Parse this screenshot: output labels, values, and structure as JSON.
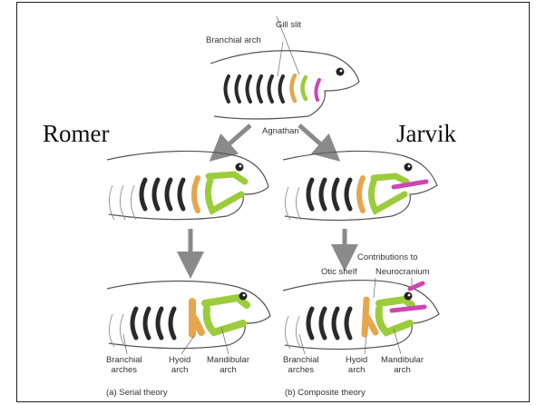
{
  "titles": {
    "left": "Romer",
    "right": "Jarvik"
  },
  "top": {
    "gill_slit": "Gill slit",
    "branchial_arch": "Branchial arch",
    "agnathan": "Agnathan"
  },
  "bottom_left": {
    "branchial_arches_1": "Branchial",
    "branchial_arches_2": "arches",
    "hyoid_1": "Hyoid",
    "hyoid_2": "arch",
    "mandibular_1": "Mandibular",
    "mandibular_2": "arch",
    "caption": "(a) Serial theory"
  },
  "bottom_right": {
    "contributions_to": "Contributions to",
    "otic_shelf": "Otic shelf",
    "neurocranium": "Neurocranium",
    "branchial_arches_1": "Branchial",
    "branchial_arches_2": "arches",
    "hyoid_1": "Hyoid",
    "hyoid_2": "arch",
    "mandibular_1": "Mandibular",
    "mandibular_2": "arch",
    "caption": "(b) Composite theory"
  },
  "colors": {
    "green": "#9ccc3c",
    "orange": "#e6a64c",
    "magenta": "#cc46b4",
    "arch_dark": "#2a2a2a",
    "arrow": "#8a8a8a"
  }
}
